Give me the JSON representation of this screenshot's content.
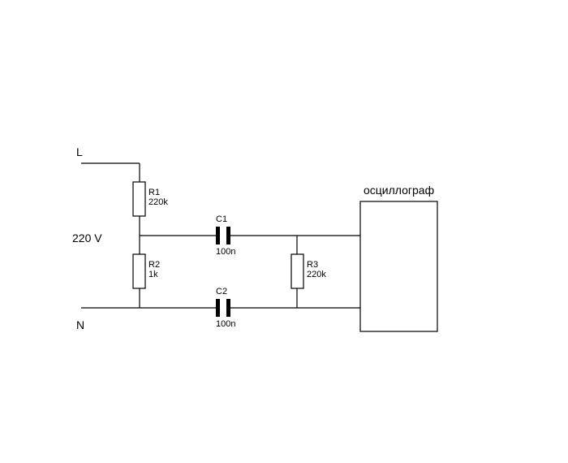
{
  "labels": {
    "line": "L",
    "neutral": "N",
    "voltage": "220 V",
    "scope": "осциллограф"
  },
  "components": {
    "r1": {
      "name": "R1",
      "value": "220k"
    },
    "r2": {
      "name": "R2",
      "value": "1k"
    },
    "r3": {
      "name": "R3",
      "value": "220k"
    },
    "c1": {
      "name": "C1",
      "value": "100n"
    },
    "c2": {
      "name": "C2",
      "value": "100n"
    }
  }
}
